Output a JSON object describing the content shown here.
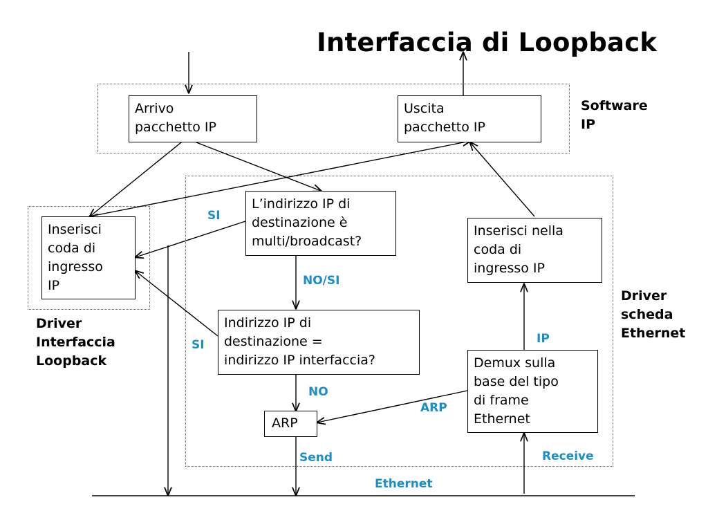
{
  "title": "Interfaccia di Loopback",
  "regions": {
    "software_ip": {
      "label": [
        "Software",
        "IP"
      ]
    },
    "loopback_driver": {
      "label": [
        "Driver",
        "Interfaccia",
        "Loopback"
      ]
    },
    "ethernet_driver": {
      "label": [
        "Driver",
        "scheda",
        "Ethernet"
      ]
    }
  },
  "boxes": {
    "arrivo": [
      "Arrivo",
      "pacchetto IP"
    ],
    "uscita": [
      "Uscita",
      "pacchetto IP"
    ],
    "inserisci_loopback": [
      "Inserisci",
      "coda di",
      "ingresso",
      "IP"
    ],
    "multibroadcast": [
      "L’indirizzo IP di",
      "destinazione è",
      "multi/broadcast?"
    ],
    "inserisci_ip": [
      "Inserisci nella",
      "coda di",
      "ingresso IP"
    ],
    "indirizzo_interfaccia": [
      "Indirizzo IP di",
      "destinazione =",
      "indirizzo IP interfaccia?"
    ],
    "demux": [
      "Demux sulla",
      "base del tipo",
      "di frame",
      "Ethernet"
    ],
    "arp": [
      "ARP"
    ]
  },
  "edge_labels": {
    "si_top": "SI",
    "no_si": "NO/SI",
    "si_bottom": "SI",
    "no": "NO",
    "ip": "IP",
    "arp": "ARP",
    "send": "Send",
    "receive": "Receive",
    "ethernet": "Ethernet"
  },
  "colors": {
    "edge_label": "#1a8fc7",
    "line": "#000000"
  }
}
